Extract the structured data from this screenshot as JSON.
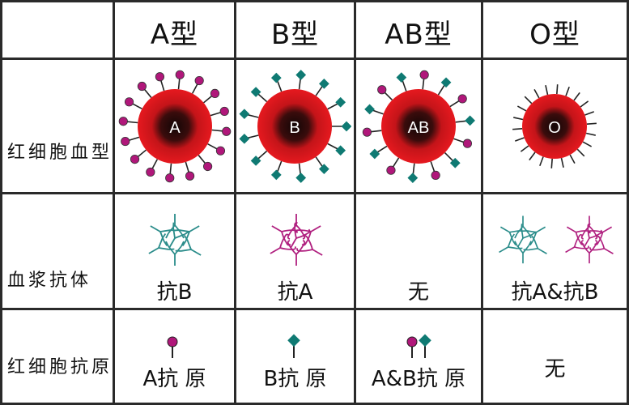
{
  "columns": [
    "A型",
    "B型",
    "AB型",
    "O型"
  ],
  "rows": [
    "红细胞血型",
    "血浆抗体",
    "红细胞抗原"
  ],
  "cells": {
    "A": {
      "rbc_label": "A",
      "antibody": "抗B",
      "antigen": "A抗 原"
    },
    "B": {
      "rbc_label": "B",
      "antibody": "抗A",
      "antigen": "B抗 原"
    },
    "AB": {
      "rbc_label": "AB",
      "antibody": "无",
      "antigen": "A&B抗 原"
    },
    "O": {
      "rbc_label": "O",
      "antibody": "抗A&抗B",
      "antigen": "无"
    }
  },
  "colors": {
    "rbc_red": "#e0181f",
    "rbc_core": "#1a0a0a",
    "antigen_a": "#b0177a",
    "antigen_b": "#0f7a73",
    "antibody_teal": "#2a8c8a",
    "antibody_magenta": "#b0207f",
    "grid_line": "#2a2a2a"
  }
}
